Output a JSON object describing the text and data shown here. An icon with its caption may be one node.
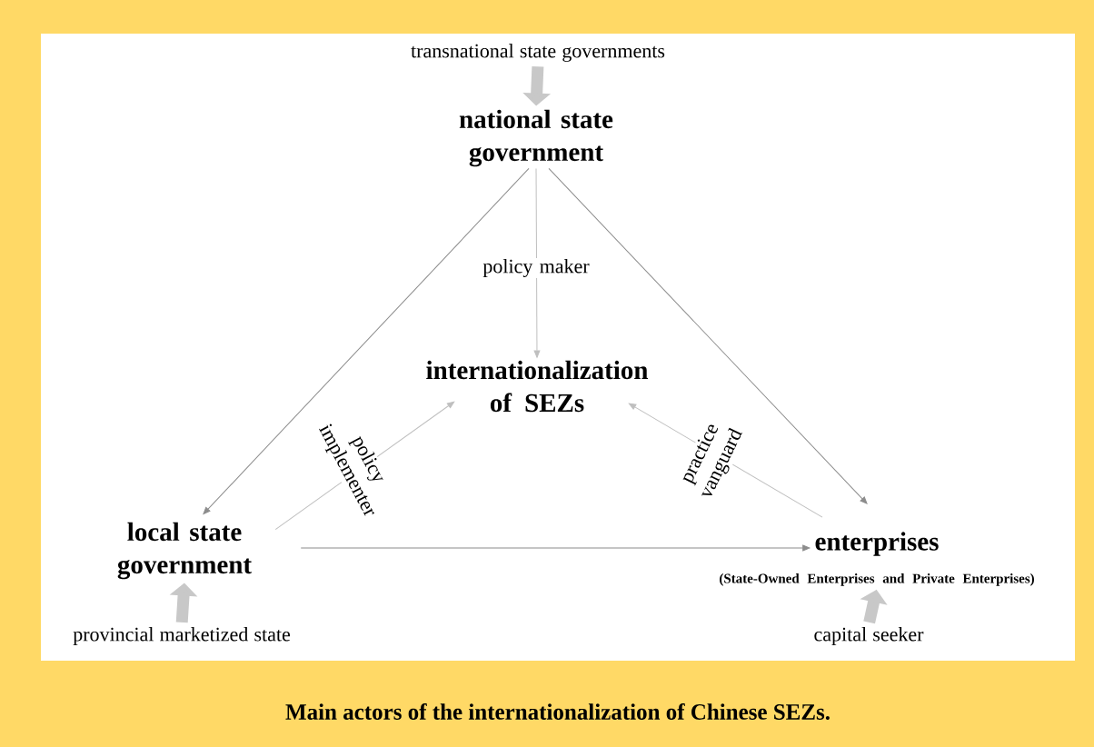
{
  "diagram": {
    "caption": "Main actors of the internationalization of Chinese SEZs.",
    "nodes": [
      {
        "text": [
          "transnational state governments"
        ]
      },
      {
        "text": [
          "national state government"
        ]
      },
      {
        "text": [
          "internationalization of SEZs"
        ]
      },
      {
        "text": [
          "local state government"
        ]
      },
      {
        "text": [
          "enterprises",
          "(State-Owned Enterprises and Private Enterprises)"
        ]
      },
      {
        "text": [
          "provincial marketized state"
        ]
      },
      {
        "text": [
          "capital seeker"
        ]
      }
    ],
    "edges": [
      {
        "from": 0,
        "to": 1,
        "arrow": "to",
        "style": "thick",
        "color": "#c8c8c8"
      },
      {
        "from": 1,
        "to": 2,
        "arrow": "to",
        "label": "policy maker",
        "color": "#bfbfbf"
      },
      {
        "from": 1,
        "to": 3,
        "arrow": "to"
      },
      {
        "from": 1,
        "to": 4,
        "arrow": "to"
      },
      {
        "from": 3,
        "to": 2,
        "arrow": "to",
        "label": "policy implementer",
        "color": "#bfbfbf"
      },
      {
        "from": 4,
        "to": 2,
        "arrow": "to",
        "label": "practice vanguard",
        "color": "#bfbfbf"
      },
      {
        "from": 3,
        "to": 4,
        "arrow": "to"
      },
      {
        "from": 5,
        "to": 3,
        "arrow": "to",
        "style": "thick",
        "color": "#c8c8c8"
      },
      {
        "from": 6,
        "to": 4,
        "arrow": "to",
        "style": "thick",
        "color": "#c8c8c8"
      }
    ]
  }
}
